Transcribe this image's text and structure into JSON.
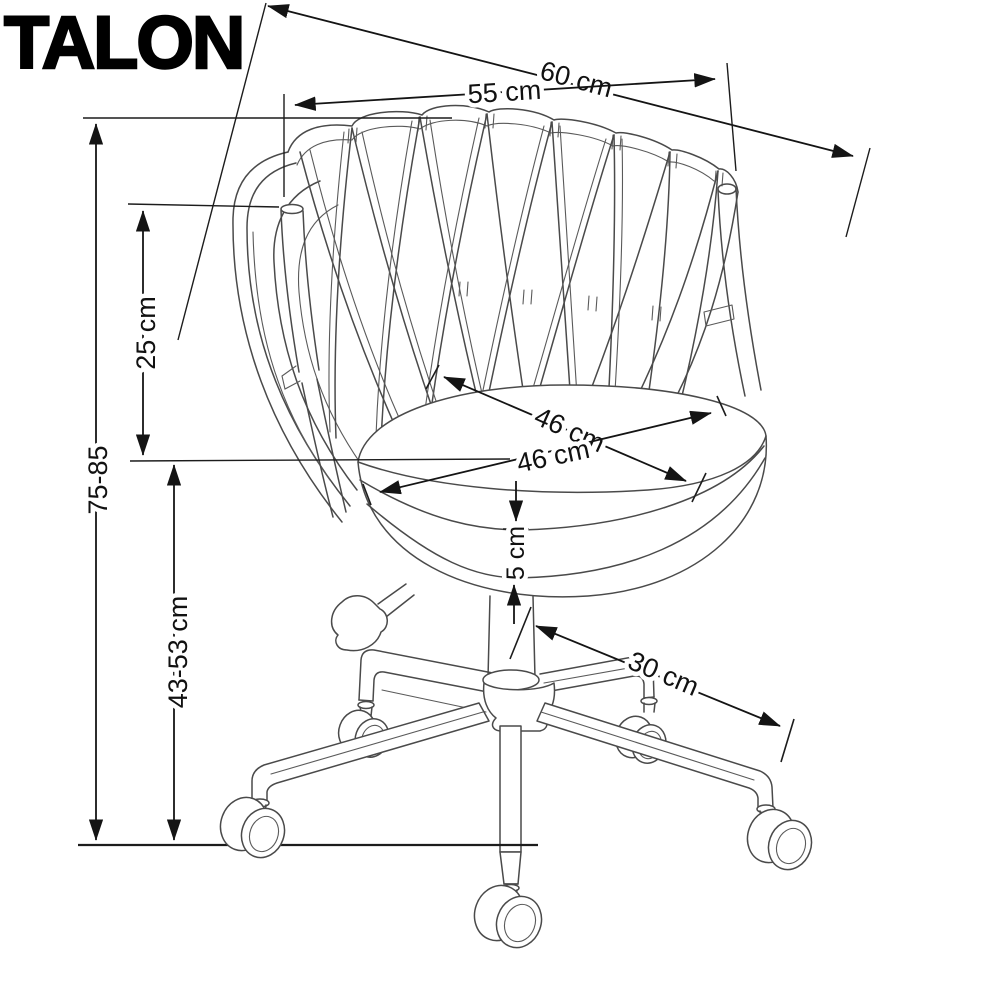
{
  "title": "TALON",
  "colors": {
    "background": "#ffffff",
    "art_line": "#4a4a4a",
    "dimension_line": "#141414",
    "text": "#111111"
  },
  "dimensions": {
    "total_depth": "60 cm",
    "total_width": "55 cm",
    "backrest_height": "25 cm",
    "total_height": "75-85",
    "seat_height_range": "43-53 cm",
    "seat_depth": "46 cm",
    "seat_width": "46 cm",
    "seat_cushion_thickness": "5 cm",
    "base_arm_length": "30 cm"
  }
}
